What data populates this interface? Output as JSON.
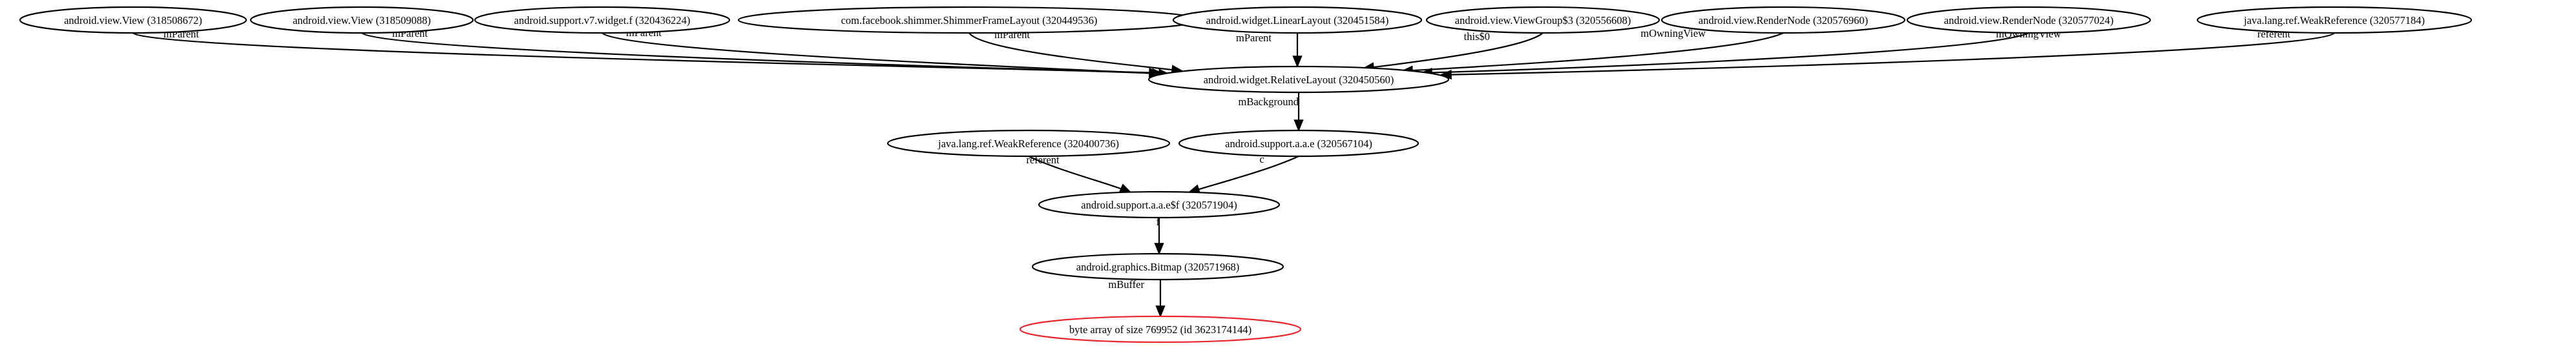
{
  "nodes": [
    {
      "id": "n1",
      "label": "android.view.View (318508672)"
    },
    {
      "id": "n2",
      "label": "android.view.View (318509088)"
    },
    {
      "id": "n3",
      "label": "android.support.v7.widget.f (320436224)"
    },
    {
      "id": "n4",
      "label": "com.facebook.shimmer.ShimmerFrameLayout (320449536)"
    },
    {
      "id": "n5",
      "label": "android.widget.LinearLayout (320451584)"
    },
    {
      "id": "n6",
      "label": "android.view.ViewGroup$3 (320556608)"
    },
    {
      "id": "n7",
      "label": "android.view.RenderNode (320576960)"
    },
    {
      "id": "n8",
      "label": "android.view.RenderNode (320577024)"
    },
    {
      "id": "n9",
      "label": "java.lang.ref.WeakReference (320577184)"
    },
    {
      "id": "n10",
      "label": "android.widget.RelativeLayout (320450560)"
    },
    {
      "id": "n11",
      "label": "java.lang.ref.WeakReference (320400736)"
    },
    {
      "id": "n12",
      "label": "android.support.a.a.e (320567104)"
    },
    {
      "id": "n13",
      "label": "android.support.a.a.e$f (320571904)"
    },
    {
      "id": "n14",
      "label": "android.graphics.Bitmap (320571968)"
    },
    {
      "id": "n15",
      "label": "byte array of size 769952 (id 3623174144)",
      "color": "#e8262c"
    }
  ],
  "edges": [
    {
      "from": "n1",
      "to": "n10",
      "label": "mParent"
    },
    {
      "from": "n2",
      "to": "n10",
      "label": "mParent"
    },
    {
      "from": "n3",
      "to": "n10",
      "label": "mParent"
    },
    {
      "from": "n4",
      "to": "n10",
      "label": "mParent"
    },
    {
      "from": "n5",
      "to": "n10",
      "label": "mParent"
    },
    {
      "from": "n6",
      "to": "n10",
      "label": "this$0"
    },
    {
      "from": "n7",
      "to": "n10",
      "label": "mOwningView"
    },
    {
      "from": "n8",
      "to": "n10",
      "label": "mOwningView"
    },
    {
      "from": "n9",
      "to": "n10",
      "label": "referent"
    },
    {
      "from": "n10",
      "to": "n12",
      "label": "mBackground"
    },
    {
      "from": "n11",
      "to": "n13",
      "label": "referent"
    },
    {
      "from": "n12",
      "to": "n13",
      "label": "c"
    },
    {
      "from": "n13",
      "to": "n14",
      "label": "f"
    },
    {
      "from": "n14",
      "to": "n15",
      "label": "mBuffer"
    }
  ]
}
